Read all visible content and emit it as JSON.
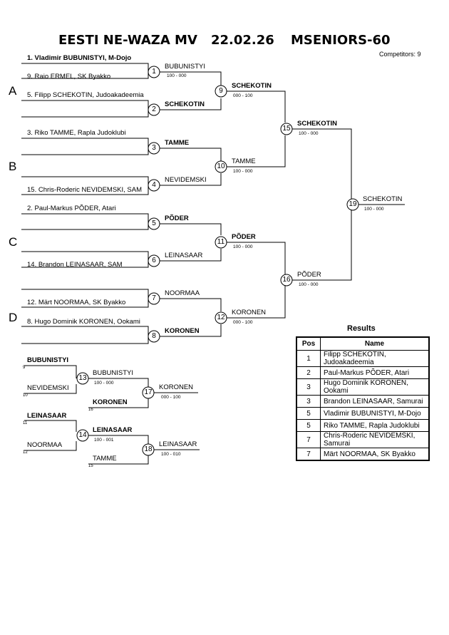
{
  "header": {
    "event": "EESTI NE-WAZA MV",
    "date": "22.02.26",
    "category": "MSENIORS-60",
    "competitors": "Competitors: 9"
  },
  "pools": [
    "A",
    "B",
    "C",
    "D"
  ],
  "entrants": [
    "1. Vladimir BUBUNISTYI, M-Dojo",
    "9. Raio ERMEL, SK Byakko",
    "5. Filipp SCHEKOTIN, Judoakadeemia",
    "3. Riko TAMME, Rapla Judoklubi",
    "15. Chris-Roderic NEVIDEMSKI, SAM",
    "2. Paul-Markus PÕDER, Atari",
    "14. Brandon LEINASAAR, SAM",
    "12. Märt NOORMAA, SK Byakko",
    "8. Hugo Dominik KORONEN, Ookami"
  ],
  "matches": {
    "m1": {
      "num": "1",
      "winner": "BUBUNISTYI",
      "score": "100 - 000"
    },
    "m2": {
      "num": "2",
      "winner": "SCHEKOTIN"
    },
    "m3": {
      "num": "3",
      "winner": "TAMME"
    },
    "m4": {
      "num": "4",
      "winner": "NEVIDEMSKI"
    },
    "m5": {
      "num": "5",
      "winner": "PÕDER"
    },
    "m6": {
      "num": "6",
      "winner": "LEINASAAR"
    },
    "m7": {
      "num": "7",
      "winner": "NOORMAA"
    },
    "m8": {
      "num": "8",
      "winner": "KORONEN"
    },
    "m9": {
      "num": "9",
      "winner": "SCHEKOTIN",
      "score": "000 - 100"
    },
    "m10": {
      "num": "10",
      "winner": "TAMME",
      "score": "100 - 000"
    },
    "m11": {
      "num": "11",
      "winner": "PÕDER",
      "score": "100 - 000"
    },
    "m12": {
      "num": "12",
      "winner": "KORONEN",
      "score": "000 - 100"
    },
    "m15": {
      "num": "15",
      "winner": "SCHEKOTIN",
      "score": "100 - 000"
    },
    "m16": {
      "num": "16",
      "winner": "PÕDER",
      "score": "100 - 000"
    },
    "m19": {
      "num": "19",
      "winner": "SCHEKOTIN",
      "score": "100 - 000"
    }
  },
  "repechage": {
    "r13": {
      "num": "13",
      "top": "BUBUNISTYI",
      "top_ref": "9",
      "bottom": "NEVIDEMSKI",
      "bottom_ref": "10",
      "winner": "BUBUNISTYI",
      "score": "100 - 000"
    },
    "r17": {
      "num": "17",
      "bottom": "KORONEN",
      "bottom_ref": "16",
      "winner": "KORONEN",
      "score": "000 - 100"
    },
    "r14": {
      "num": "14",
      "top": "LEINASAAR",
      "top_ref": "11",
      "bottom": "NOORMAA",
      "bottom_ref": "12",
      "winner": "LEINASAAR",
      "score": "100 - 001"
    },
    "r18": {
      "num": "18",
      "bottom": "TAMME",
      "bottom_ref": "15",
      "winner": "LEINASAAR",
      "score": "100 - 010"
    }
  },
  "results": {
    "title": "Results",
    "headers": [
      "Pos",
      "Name"
    ],
    "rows": [
      {
        "pos": "1",
        "name": "Filipp SCHEKOTIN, Judoakadeemia"
      },
      {
        "pos": "2",
        "name": "Paul-Markus PÕDER, Atari"
      },
      {
        "pos": "3",
        "name": "Hugo Dominik KORONEN, Ookami"
      },
      {
        "pos": "3",
        "name": "Brandon LEINASAAR, Samurai"
      },
      {
        "pos": "5",
        "name": "Vladimir BUBUNISTYI, M-Dojo"
      },
      {
        "pos": "5",
        "name": "Riko TAMME, Rapla Judoklubi"
      },
      {
        "pos": "7",
        "name": "Chris-Roderic NEVIDEMSKI, Samurai"
      },
      {
        "pos": "7",
        "name": "Märt NOORMAA, SK Byakko"
      }
    ]
  }
}
